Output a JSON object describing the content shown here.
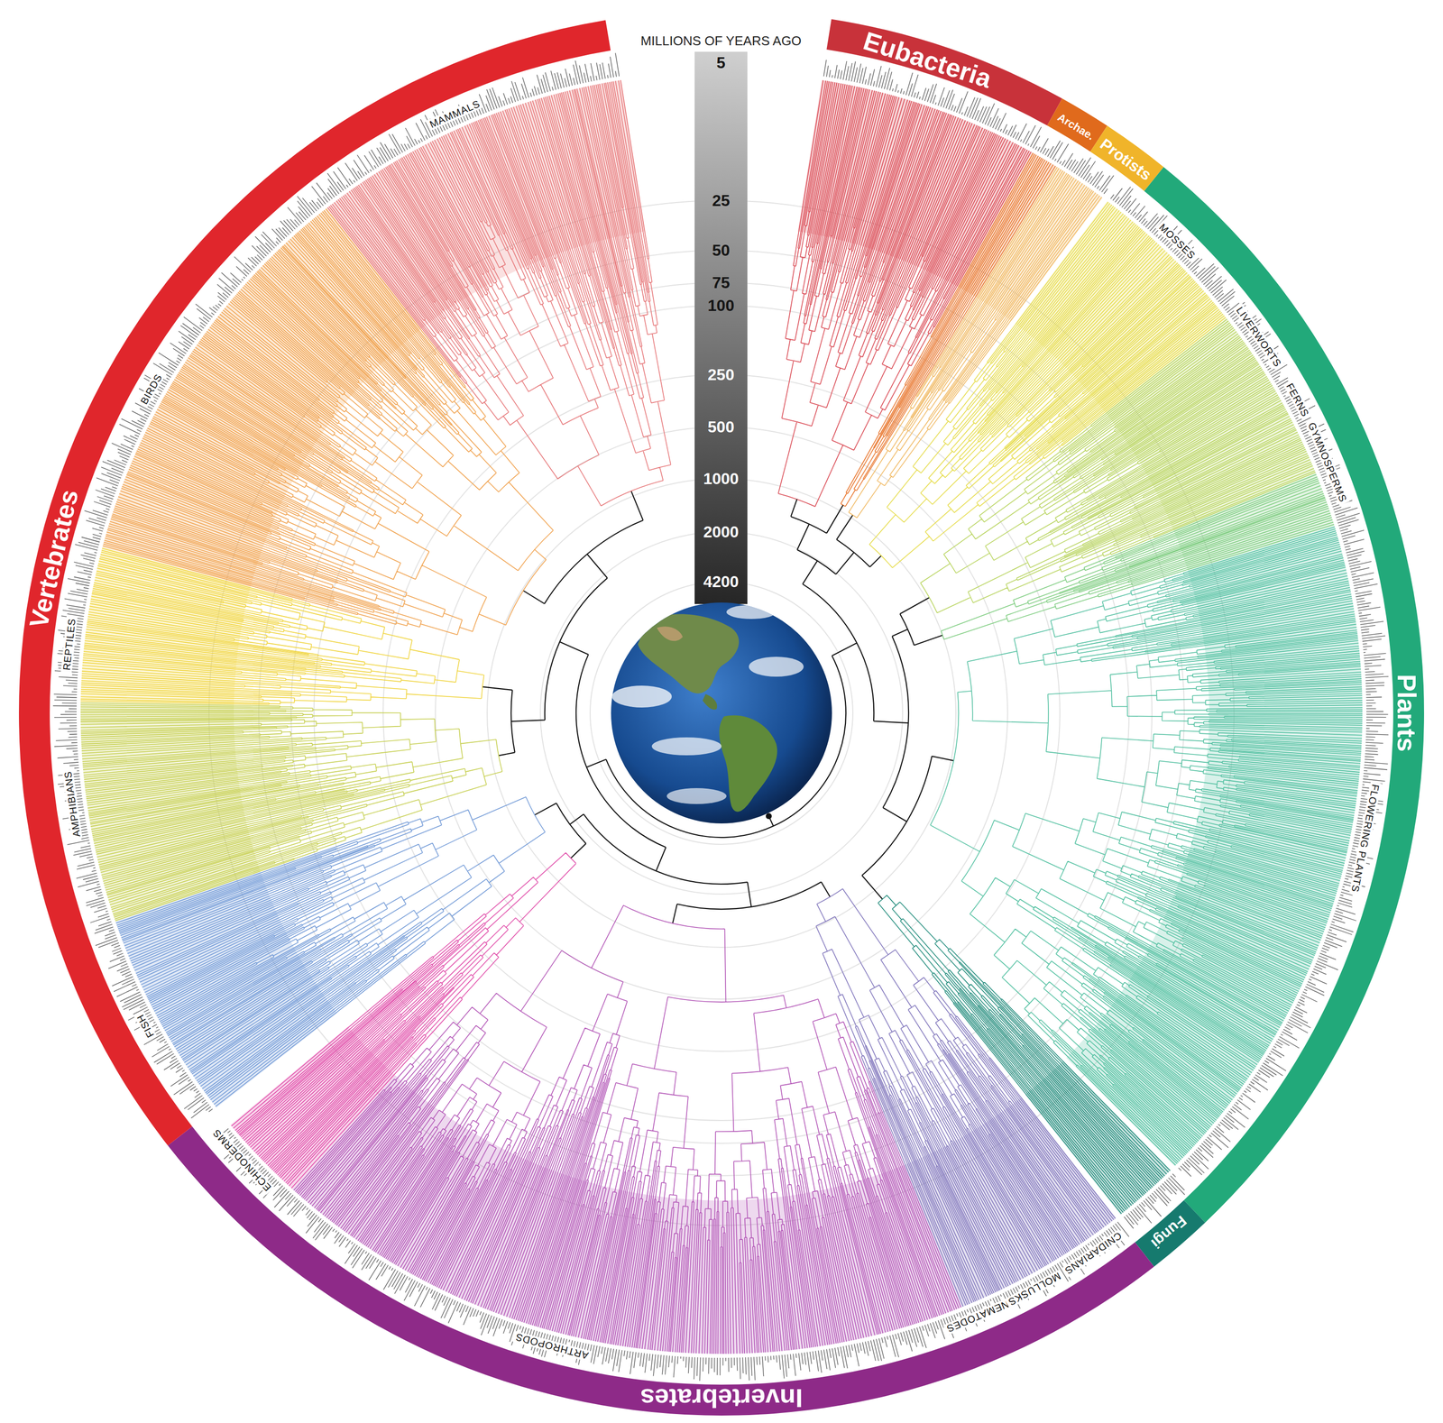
{
  "diagram": {
    "nodes": [
      {
        "text": [
          "Eubacteria"
        ]
      },
      {
        "text": [
          "Archae."
        ]
      },
      {
        "text": [
          "Protists"
        ]
      },
      {
        "text": [
          "Plants"
        ]
      },
      {
        "text": [
          "Fungi"
        ]
      },
      {
        "text": [
          "Invertebrates"
        ]
      },
      {
        "text": [
          "Vertebrates"
        ]
      }
    ],
    "labels": [
      "MILLIONS OF YEARS AGO",
      "5",
      "25",
      "50",
      "75",
      "100",
      "250",
      "500",
      "1000",
      "2000",
      "4200",
      "MAMMALS",
      "BIRDS",
      "REPTILES",
      "AMPHIBIANS",
      "FISH",
      "ECHINODERMS",
      "ARTHROPODS",
      "NEMATODES",
      "MOLLUSKS",
      "CNIDARIANS",
      "FLOWERING PLANTS",
      "GYMNOSPERMS",
      "FERNS",
      "LIVERWORTS",
      "MOSSES"
    ]
  }
}
